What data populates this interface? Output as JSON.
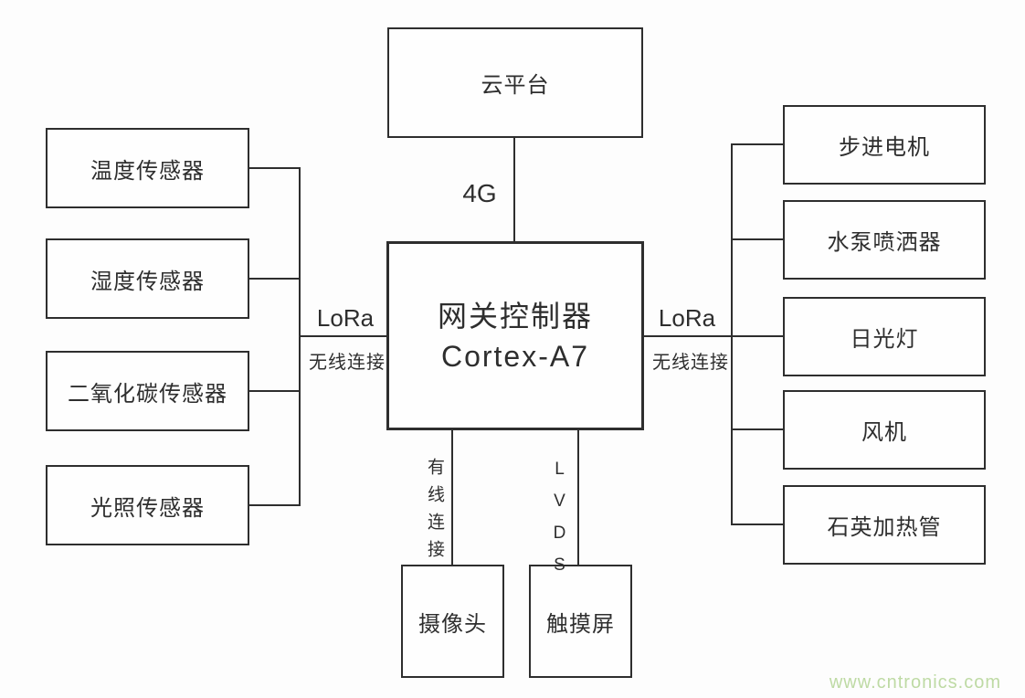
{
  "nodes": {
    "cloud": "云平台",
    "gateway_title": "网关控制器",
    "gateway_subtitle": "Cortex-A7",
    "left": [
      "温度传感器",
      "湿度传感器",
      "二氧化碳传感器",
      "光照传感器"
    ],
    "right": [
      "步进电机",
      "水泵喷洒器",
      "日光灯",
      "风机",
      "石英加热管"
    ],
    "bottom": [
      "摄像头",
      "触摸屏"
    ]
  },
  "links": {
    "cloud_label": "4G",
    "left_protocol": "LoRa",
    "left_type": "无线连接",
    "right_protocol": "LoRa",
    "right_type": "无线连接",
    "camera_link": "有线连接",
    "touchscreen_link": "LVDS"
  },
  "watermark": "www.cntronics.com",
  "colors": {
    "line": "#2e2e2e",
    "watermark": "#bedaa4"
  }
}
